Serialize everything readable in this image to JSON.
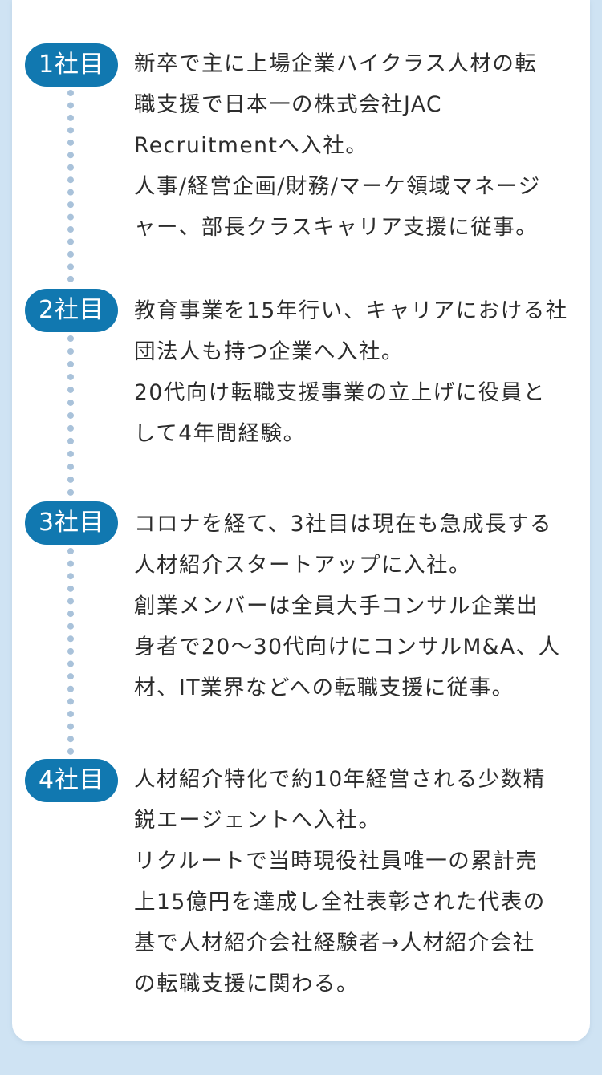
{
  "timeline": [
    {
      "badge": "1社目",
      "text": "新卒で主に上場企業ハイクラス人材の転\n職支援で日本一の株式会社JAC\nRecruitmentへ入社。\n人事/経営企画/財務/マーケ領域マネージ\nャー、部長クラスキャリア支援に従事。"
    },
    {
      "badge": "2社目",
      "text": "教育事業を15年行い、キャリアにおける社\n団法人も持つ企業へ入社。\n20代向け転職支援事業の立上げに役員と\nして4年間経験。"
    },
    {
      "badge": "3社目",
      "text": "コロナを経て、3社目は現在も急成長する\n人材紹介スタートアップに入社。\n創業メンバーは全員大手コンサル企業出\n身者で20〜30代向けにコンサルM&A、人\n材、IT業界などへの転職支援に従事。"
    },
    {
      "badge": "4社目",
      "text": "人材紹介特化で約10年経営される少数精\n鋭エージェントへ入社。\nリクルートで当時現役社員唯一の累計売\n上15億円を達成し全社表彰された代表の\n基で人材紹介会社経験者→人材紹介会社\nの転職支援に関わる。"
    }
  ]
}
